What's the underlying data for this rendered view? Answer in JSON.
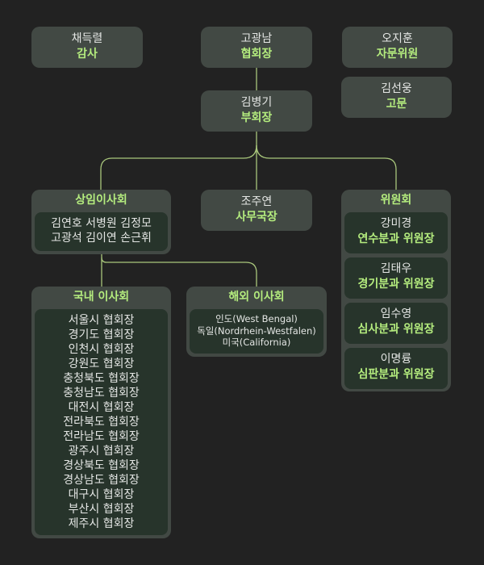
{
  "colors": {
    "background": "#222222",
    "box": "#424944",
    "inner_box": "#27342b",
    "accent_green": "#b4ec7e",
    "connector": "#a9c77c",
    "name_text": "#e4e6e4"
  },
  "top_row": {
    "auditor": {
      "name": "채득렬",
      "role": "감사"
    },
    "president": {
      "name": "고광남",
      "role": "협회장"
    },
    "advisor": {
      "name": "오지훈",
      "role": "자문위원"
    },
    "counselor": {
      "name": "김선웅",
      "role": "고문"
    }
  },
  "vice_president": {
    "name": "김병기",
    "role": "부회장"
  },
  "secretary_general": {
    "name": "조주연",
    "role": "사무국장"
  },
  "standing_board": {
    "title": "상임이사회",
    "members": [
      "김연호 서병원 김정모",
      "고광석 김이연 손근휘"
    ]
  },
  "committee": {
    "title": "위원회",
    "members": [
      {
        "name": "강미경",
        "role": "연수분과 위원장"
      },
      {
        "name": "김태우",
        "role": "경기분과 위원장"
      },
      {
        "name": "임수영",
        "role": "심사분과 위원장"
      },
      {
        "name": "이명륭",
        "role": "심판분과 위원장"
      }
    ]
  },
  "domestic_board": {
    "title": "국내 이사회",
    "members": [
      "서울시 협회장",
      "경기도 협회장",
      "인천시 협회장",
      "강원도 협회장",
      "충청북도 협회장",
      "충청남도 협회장",
      "대전시 협회장",
      "전라북도 협회장",
      "전라남도 협회장",
      "광주시 협회장",
      "경상북도 협회장",
      "경상남도 협회장",
      "대구시 협회장",
      "부산시 협회장",
      "제주시 협회장"
    ]
  },
  "overseas_board": {
    "title": "해외 이사회",
    "members": [
      "인도(West Bengal)",
      "독일(Nordrhein-Westfalen)",
      "미국(California)"
    ]
  }
}
